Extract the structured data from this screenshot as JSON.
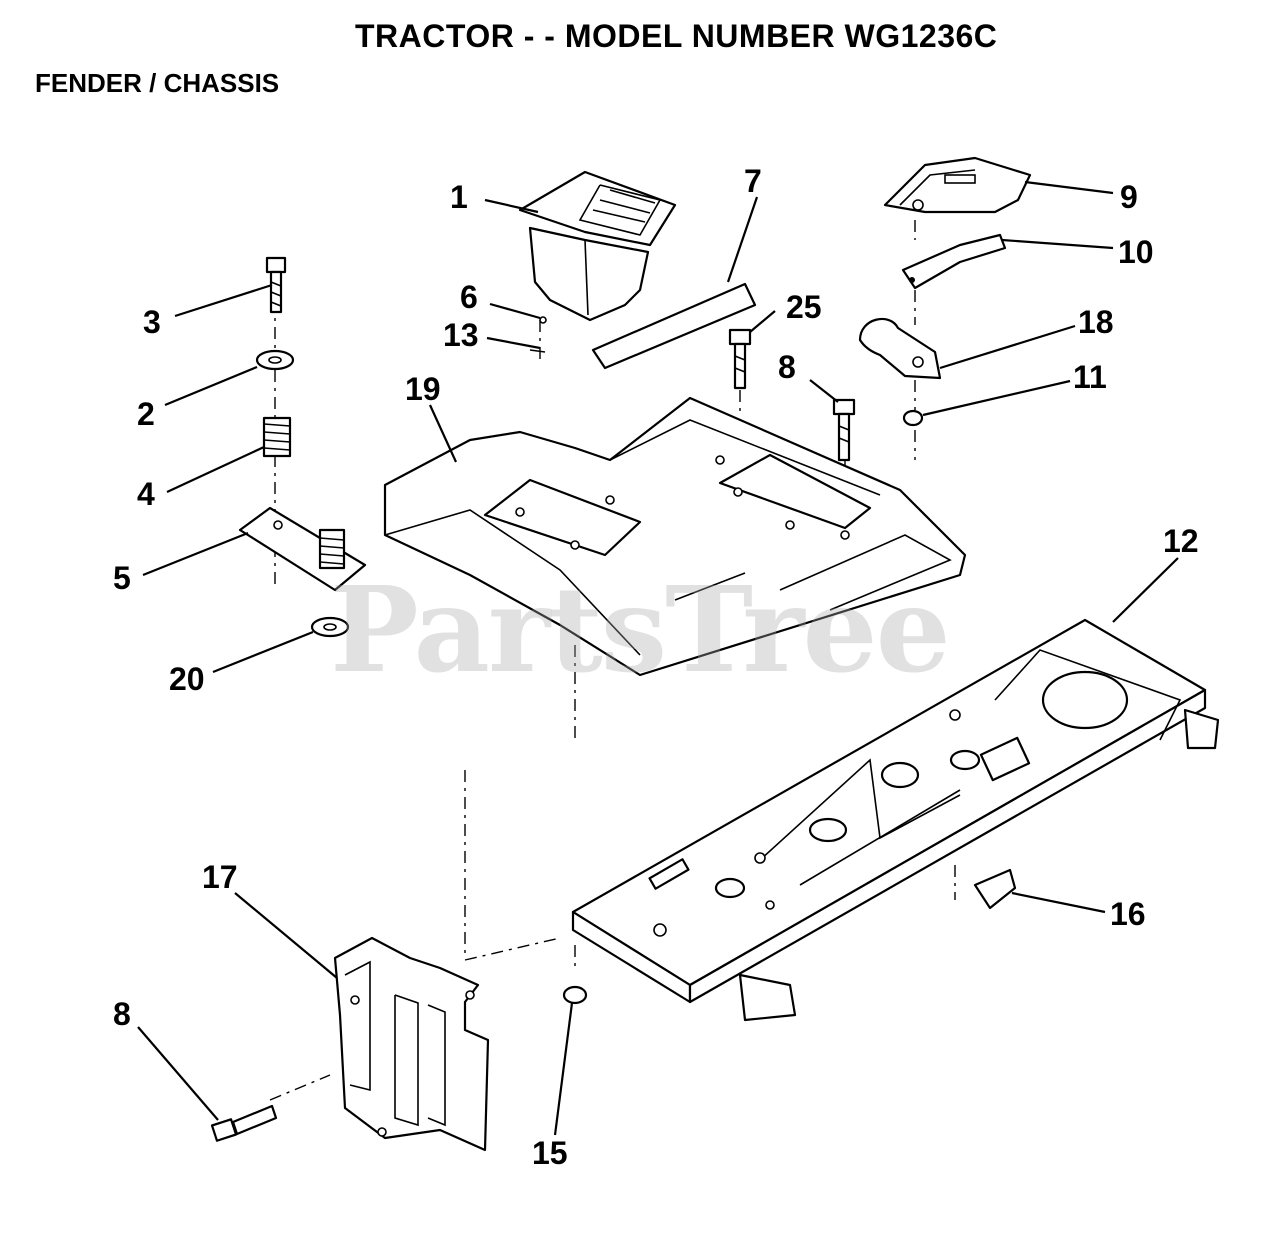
{
  "header": {
    "title": "TRACTOR - - MODEL NUMBER WG1236C",
    "subtitle": "FENDER / CHASSIS"
  },
  "watermark": "PartsTree",
  "callouts": [
    "1",
    "7",
    "9",
    "10",
    "3",
    "6",
    "25",
    "13",
    "18",
    "8",
    "11",
    "2",
    "19",
    "4",
    "12",
    "5",
    "20",
    "17",
    "16",
    "8",
    "15"
  ]
}
